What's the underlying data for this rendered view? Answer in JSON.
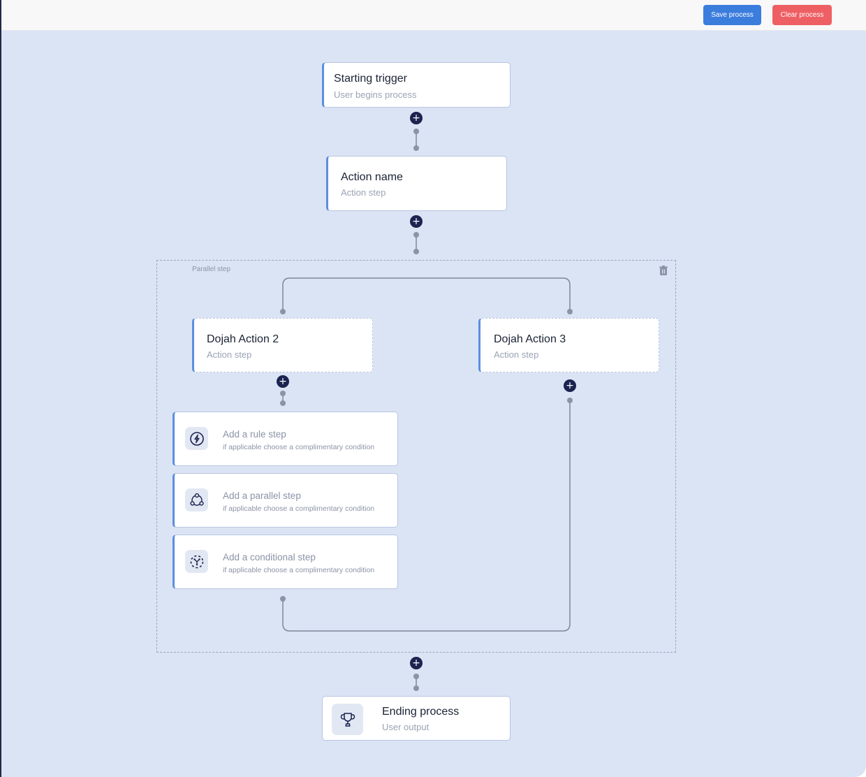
{
  "toolbar": {
    "save_label": "Save process",
    "clear_label": "Clear process",
    "save_color": "#3b7ddd",
    "clear_color": "#ee5f64"
  },
  "flow": {
    "start": {
      "title": "Starting trigger",
      "subtitle": "User begins process"
    },
    "action": {
      "title": "Action name",
      "subtitle": "Action step"
    },
    "parallel": {
      "label": "Parallel step",
      "branches": [
        {
          "title": "Dojah Action 2",
          "subtitle": "Action step"
        },
        {
          "title": "Dojah Action 3",
          "subtitle": "Action step"
        }
      ],
      "options": [
        {
          "title": "Add a rule step",
          "subtitle": "if applicable choose a complimentary condition",
          "icon": "rule-icon"
        },
        {
          "title": "Add a parallel step",
          "subtitle": "if applicable choose a complimentary condition",
          "icon": "parallel-icon"
        },
        {
          "title": "Add a conditional step",
          "subtitle": "if applicable choose a complimentary condition",
          "icon": "conditional-icon"
        }
      ]
    },
    "end": {
      "title": "Ending process",
      "subtitle": "User output",
      "icon": "trophy-icon"
    }
  },
  "plus_glyph": "+"
}
